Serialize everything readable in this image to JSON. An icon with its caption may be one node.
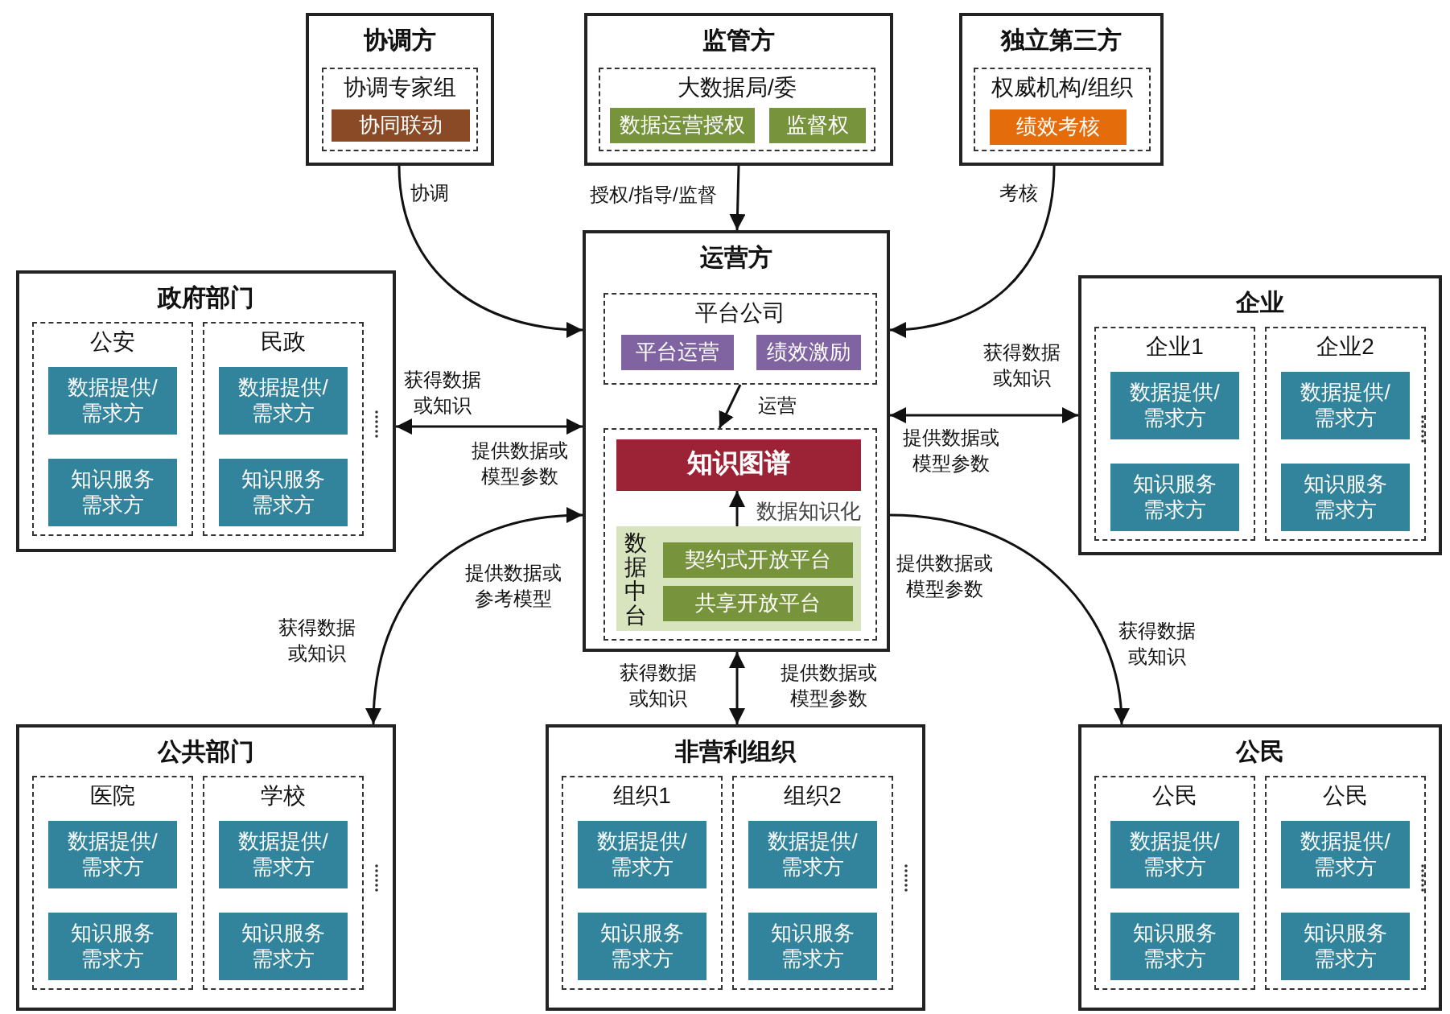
{
  "diagram": {
    "nodes": [
      {
        "text": [
          "协调方"
        ]
      },
      {
        "text": [
          "协调专家组"
        ],
        "in": 0
      },
      {
        "text": [
          "协同联动"
        ],
        "in": 1
      },
      {
        "text": [
          "监管方"
        ]
      },
      {
        "text": [
          "大数据局/委"
        ],
        "in": 3
      },
      {
        "text": [
          "数据运营授权"
        ],
        "in": 4
      },
      {
        "text": [
          "监督权"
        ],
        "in": 4
      },
      {
        "text": [
          "独立第三方"
        ]
      },
      {
        "text": [
          "权威机构/组织"
        ],
        "in": 7
      },
      {
        "text": [
          "绩效考核"
        ],
        "in": 8
      },
      {
        "text": [
          "运营方"
        ]
      },
      {
        "text": [
          "平台公司"
        ],
        "in": 10
      },
      {
        "text": [
          "平台运营"
        ],
        "in": 11
      },
      {
        "text": [
          "绩效激励"
        ],
        "in": 11
      },
      {
        "text": [],
        "shape": "box",
        "in": 10
      },
      {
        "text": [
          "知识图谱"
        ],
        "in": 14
      },
      {
        "text": [
          "数据中台"
        ],
        "in": 14
      },
      {
        "text": [
          "契约式开放平台"
        ],
        "in": 16
      },
      {
        "text": [
          "共享开放平台"
        ],
        "in": 16
      },
      {
        "text": [
          "政府部门"
        ]
      },
      {
        "text": [
          "公安"
        ],
        "in": 19
      },
      {
        "text": [
          "数据提供/需求方"
        ],
        "in": 20
      },
      {
        "text": [
          "知识服务需求方"
        ],
        "in": 20
      },
      {
        "text": [
          "民政"
        ],
        "in": 19
      },
      {
        "text": [
          "数据提供/需求方"
        ],
        "in": 23
      },
      {
        "text": [
          "知识服务需求方"
        ],
        "in": 23
      },
      {
        "text": [
          "企业"
        ]
      },
      {
        "text": [
          "企业1"
        ],
        "in": 26
      },
      {
        "text": [
          "数据提供/需求方"
        ],
        "in": 27
      },
      {
        "text": [
          "知识服务需求方"
        ],
        "in": 27
      },
      {
        "text": [
          "企业2"
        ],
        "in": 26
      },
      {
        "text": [
          "数据提供/需求方"
        ],
        "in": 30
      },
      {
        "text": [
          "知识服务需求方"
        ],
        "in": 30
      },
      {
        "text": [
          "公共部门"
        ]
      },
      {
        "text": [
          "医院"
        ],
        "in": 33
      },
      {
        "text": [
          "数据提供/需求方"
        ],
        "in": 34
      },
      {
        "text": [
          "知识服务需求方"
        ],
        "in": 34
      },
      {
        "text": [
          "学校"
        ],
        "in": 33
      },
      {
        "text": [
          "数据提供/需求方"
        ],
        "in": 37
      },
      {
        "text": [
          "知识服务需求方"
        ],
        "in": 37
      },
      {
        "text": [
          "非营利组织"
        ]
      },
      {
        "text": [
          "组织1"
        ],
        "in": 40
      },
      {
        "text": [
          "数据提供/需求方"
        ],
        "in": 41
      },
      {
        "text": [
          "知识服务需求方"
        ],
        "in": 41
      },
      {
        "text": [
          "组织2"
        ],
        "in": 40
      },
      {
        "text": [
          "数据提供/需求方"
        ],
        "in": 44
      },
      {
        "text": [
          "知识服务需求方"
        ],
        "in": 44
      },
      {
        "text": [
          "公民"
        ]
      },
      {
        "text": [
          "公民"
        ],
        "in": 47
      },
      {
        "text": [
          "数据提供/需求方"
        ],
        "in": 48
      },
      {
        "text": [
          "知识服务需求方"
        ],
        "in": 48
      },
      {
        "text": [
          "公民"
        ],
        "in": 47
      },
      {
        "text": [
          "数据提供/需求方"
        ],
        "in": 51
      },
      {
        "text": [
          "知识服务需求方"
        ],
        "in": 51
      }
    ],
    "edges": [
      {
        "from": 0,
        "to": 10,
        "arrow": "to",
        "label": "协调"
      },
      {
        "from": 3,
        "to": 10,
        "arrow": "to",
        "label": "授权/指导/监督"
      },
      {
        "from": 7,
        "to": 10,
        "arrow": "to",
        "label": "考核"
      },
      {
        "from": 11,
        "to": 14,
        "arrow": "to",
        "label": "运营"
      },
      {
        "from": 16,
        "to": 15,
        "arrow": "to",
        "label": "数据知识化"
      },
      {
        "from": 19,
        "to": 10,
        "arrow": "both",
        "label": "获得数据或知识"
      },
      {
        "from": 10,
        "to": 26,
        "arrow": "both",
        "label": "获得数据或知识"
      },
      {
        "from": 10,
        "to": 33,
        "arrow": "both",
        "label": "获得数据或知识"
      },
      {
        "from": 10,
        "to": 40,
        "arrow": "both",
        "label": "获得数据或知识"
      },
      {
        "from": 10,
        "to": 47,
        "arrow": "to",
        "label": "获得数据或知识"
      }
    ],
    "labels": [
      "提供数据或模型参数",
      "提供数据或模型参数",
      "提供数据或模型参数",
      "提供数据或参考模型",
      "提供数据或模型参数"
    ]
  }
}
